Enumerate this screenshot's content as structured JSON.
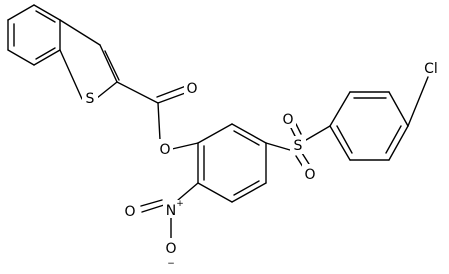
{
  "structure": {
    "atoms": {
      "sulfur_thiophene": "S",
      "ester_carbonyl_oxygen": "O",
      "ester_oxygen": "O",
      "sulfonyl_sulfur": "S",
      "sulfonyl_oxygen_top": "O",
      "sulfonyl_oxygen_bottom": "O",
      "chlorine": "Cl",
      "nitro_nitrogen": "N",
      "nitro_oxygen_double": "O",
      "nitro_oxygen_single": "O"
    },
    "charges": {
      "nitro_nitrogen": "+",
      "nitro_oxygen_single": "−"
    }
  },
  "colors": {
    "bond": "#000000",
    "text": "#000000",
    "background": "#ffffff"
  }
}
